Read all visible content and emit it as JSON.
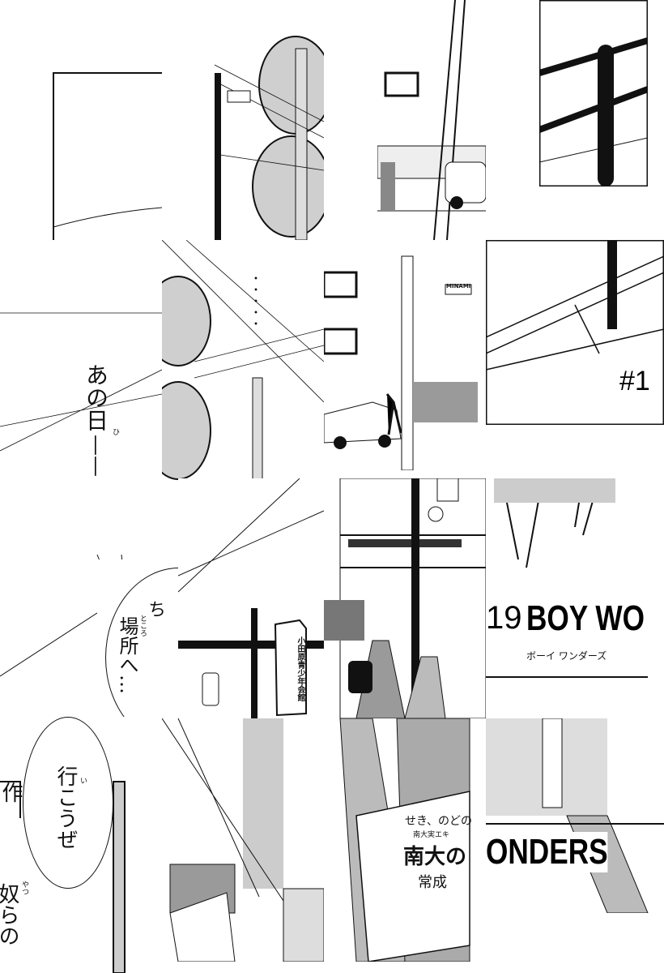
{
  "page": {
    "narration": {
      "text": "あの日",
      "ruby": "ひ",
      "dash": "——"
    },
    "ellipsis": "・・・・・",
    "chapter_mark": "#1",
    "title": {
      "number": "19",
      "english_part1": "BOY WO",
      "english_part2": "ONDERS",
      "katakana": "ボーイ ワンダーズ"
    },
    "speech": [
      {
        "text": "場所へ…",
        "ruby": "ところ",
        "partial": "ち"
      },
      {
        "text": "行こうぜ",
        "ruby": "い"
      },
      {
        "text": "奴らの",
        "ruby": "やつ"
      },
      {
        "partial": "作"
      }
    ],
    "signs": {
      "hall": "小田原青少年会館",
      "street_sign": "MINAMI",
      "banner_top": "せき、のどの",
      "banner_small": "南大実エキ",
      "banner_main": "南大の",
      "banner_bottom": "常成"
    },
    "colors": {
      "ink": "#111111",
      "paper": "#ffffff",
      "tone": "#bdbdbd"
    }
  }
}
